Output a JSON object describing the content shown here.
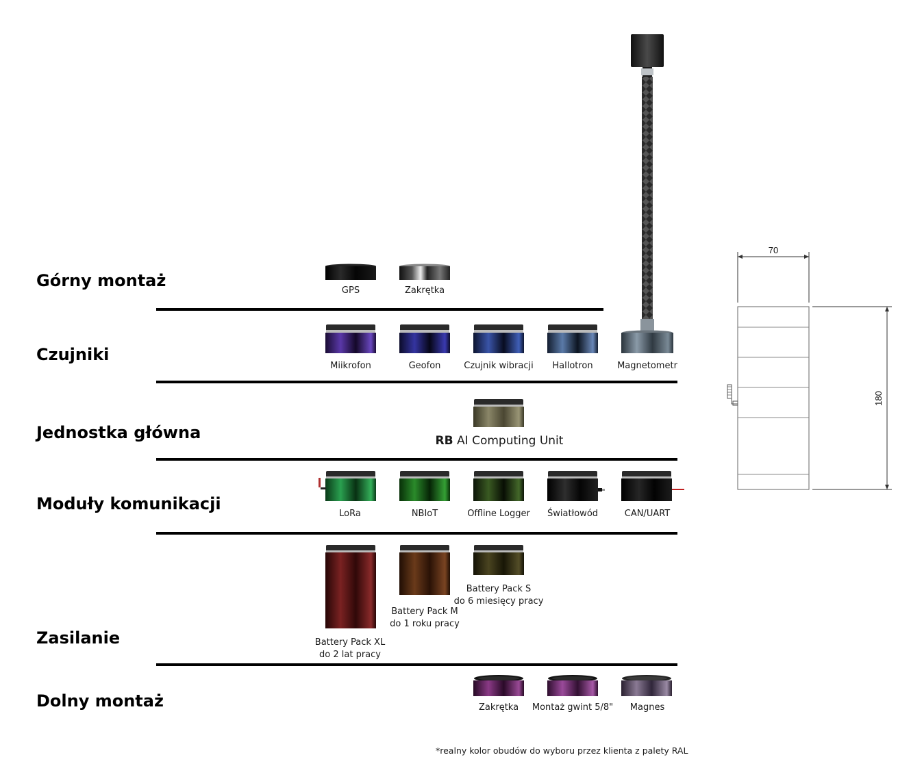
{
  "rows": [
    {
      "id": "top",
      "title": "Górny montaż",
      "modules": [
        "GPS",
        "Zakrętka"
      ]
    },
    {
      "id": "sensors",
      "title": "Czujniki",
      "modules": [
        "Miikrofon",
        "Geofon",
        "Czujnik wibracji",
        "Hallotron",
        "Magnetometr"
      ]
    },
    {
      "id": "main",
      "title": "Jednostka główna",
      "unit_bold": "RB",
      "unit_name": "AI Computing Unit"
    },
    {
      "id": "comm",
      "title": "Moduły komunikacji",
      "modules": [
        "LoRa",
        "NBIoT",
        "Offline Logger",
        "Światłowód",
        "CAN/UART"
      ]
    },
    {
      "id": "power",
      "title": "Zasilanie",
      "modules": [
        {
          "name": "Battery Pack XL",
          "note": "do 2 lat pracy"
        },
        {
          "name": "Battery Pack M",
          "note": "do 1 roku pracy"
        },
        {
          "name": "Battery Pack S",
          "note": "do 6 miesięcy pracy"
        }
      ]
    },
    {
      "id": "bottom",
      "title": "Dolny montaż",
      "modules": [
        "Zakrętka",
        "Montaż gwint 5/8\"",
        "Magnes"
      ]
    }
  ],
  "dimensions": {
    "width": "70",
    "height": "180"
  },
  "footnote": "*realny kolor obudów do wyboru przez klienta z palety RAL",
  "colors": {
    "gps": "#111111",
    "cap": "#c8c8c8",
    "mic": "#4a2a8a",
    "geofon": "#28287a",
    "vibration": "#2a3d7a",
    "hall": "#3d5a80",
    "magneto": "#4a5a66",
    "main_unit": "#6e6a52",
    "lora": "#1e7a3a",
    "nbiot": "#1a6a20",
    "logger": "#2a3a1a",
    "fiber": "#161616",
    "can": "#101010",
    "xl": "#5a1414",
    "m": "#4a2410",
    "s": "#2e2a10",
    "bottom_cap": "#5a1a55",
    "mount": "#6a2a6a",
    "magnet": "#5a4a60"
  }
}
